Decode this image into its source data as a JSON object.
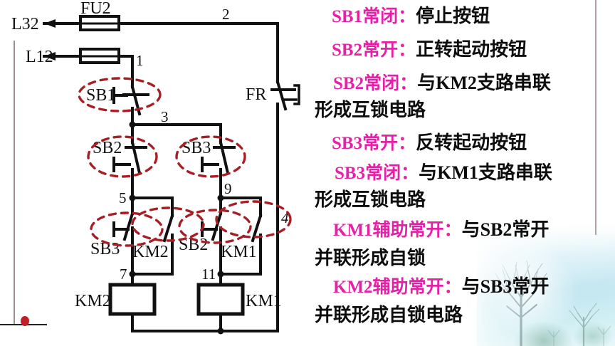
{
  "meta": {
    "title": "正反转控制电路原理图说明",
    "accent_magenta": "#e621a8",
    "accent_red_dash": "#a71f25",
    "wire_color": "#111111"
  },
  "circuit": {
    "supply_labels": [
      {
        "name": "L32",
        "text": "L32"
      },
      {
        "name": "L12",
        "text": "L12"
      }
    ],
    "fuse_label": "FU2",
    "node_numbers": [
      "1",
      "2",
      "3",
      "4",
      "5",
      "7",
      "9",
      "11"
    ],
    "components": [
      {
        "name": "SB1",
        "label": "SB1",
        "kind": "normally-closed-pushbutton"
      },
      {
        "name": "SB2-NO",
        "label": "SB2",
        "kind": "normally-open-pushbutton"
      },
      {
        "name": "SB3-NO",
        "label": "SB3",
        "kind": "normally-open-pushbutton"
      },
      {
        "name": "SB3-NC",
        "label": "SB3",
        "kind": "normally-closed-pushbutton"
      },
      {
        "name": "SB2-NC",
        "label": "SB2",
        "kind": "normally-closed-pushbutton"
      },
      {
        "name": "KM2-aux",
        "label": "KM2",
        "kind": "auxiliary-normally-open-contact"
      },
      {
        "name": "KM1-aux",
        "label": "KM1",
        "kind": "auxiliary-normally-open-contact"
      },
      {
        "name": "FR",
        "label": "FR",
        "kind": "thermal-overload-relay-nc"
      },
      {
        "name": "KM2-coil",
        "label": "KM2",
        "kind": "contactor-coil"
      },
      {
        "name": "KM1-coil",
        "label": "KM1",
        "kind": "contactor-coil"
      }
    ]
  },
  "notes": [
    {
      "key": "SB1常闭",
      "sep": "：",
      "val": "停止按钮",
      "cont": ""
    },
    {
      "key": "SB2常开",
      "sep": "：",
      "val": "正转起动按钮",
      "cont": ""
    },
    {
      "key": "SB2常闭",
      "sep": "：",
      "val": "与KM2支路串联",
      "cont": "形成互锁电路"
    },
    {
      "key": "SB3常开",
      "sep": "：",
      "val": "反转起动按钮",
      "cont": ""
    },
    {
      "key": "SB3常闭",
      "sep": "：",
      "val": "与KM1支路串联",
      "cont": "形成互锁电路"
    },
    {
      "key": "KM1辅助常开",
      "sep": "：",
      "val": "与SB2常开",
      "cont": "并联形成自锁"
    },
    {
      "key": "KM2辅助常开",
      "sep": "：",
      "val": "与SB3常开",
      "cont": "并联形成自锁电路"
    }
  ]
}
